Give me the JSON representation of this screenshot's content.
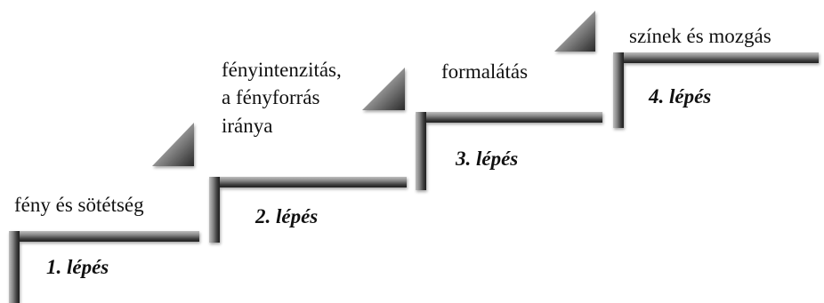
{
  "diagram": {
    "stages": [
      {
        "step_label": "1. lépés",
        "topic": "fény és sötétség"
      },
      {
        "step_label": "2. lépés",
        "topic_lines": [
          "fényintenzitás,",
          "a fényforrás",
          "iránya"
        ]
      },
      {
        "step_label": "3. lépés",
        "topic": "formalátás"
      },
      {
        "step_label": "4. lépés",
        "topic": "színek és mozgás"
      }
    ]
  },
  "colors": {
    "bar_dark": "#2e2e2e",
    "bar_light": "#c4c4c4",
    "text": "#111111"
  }
}
